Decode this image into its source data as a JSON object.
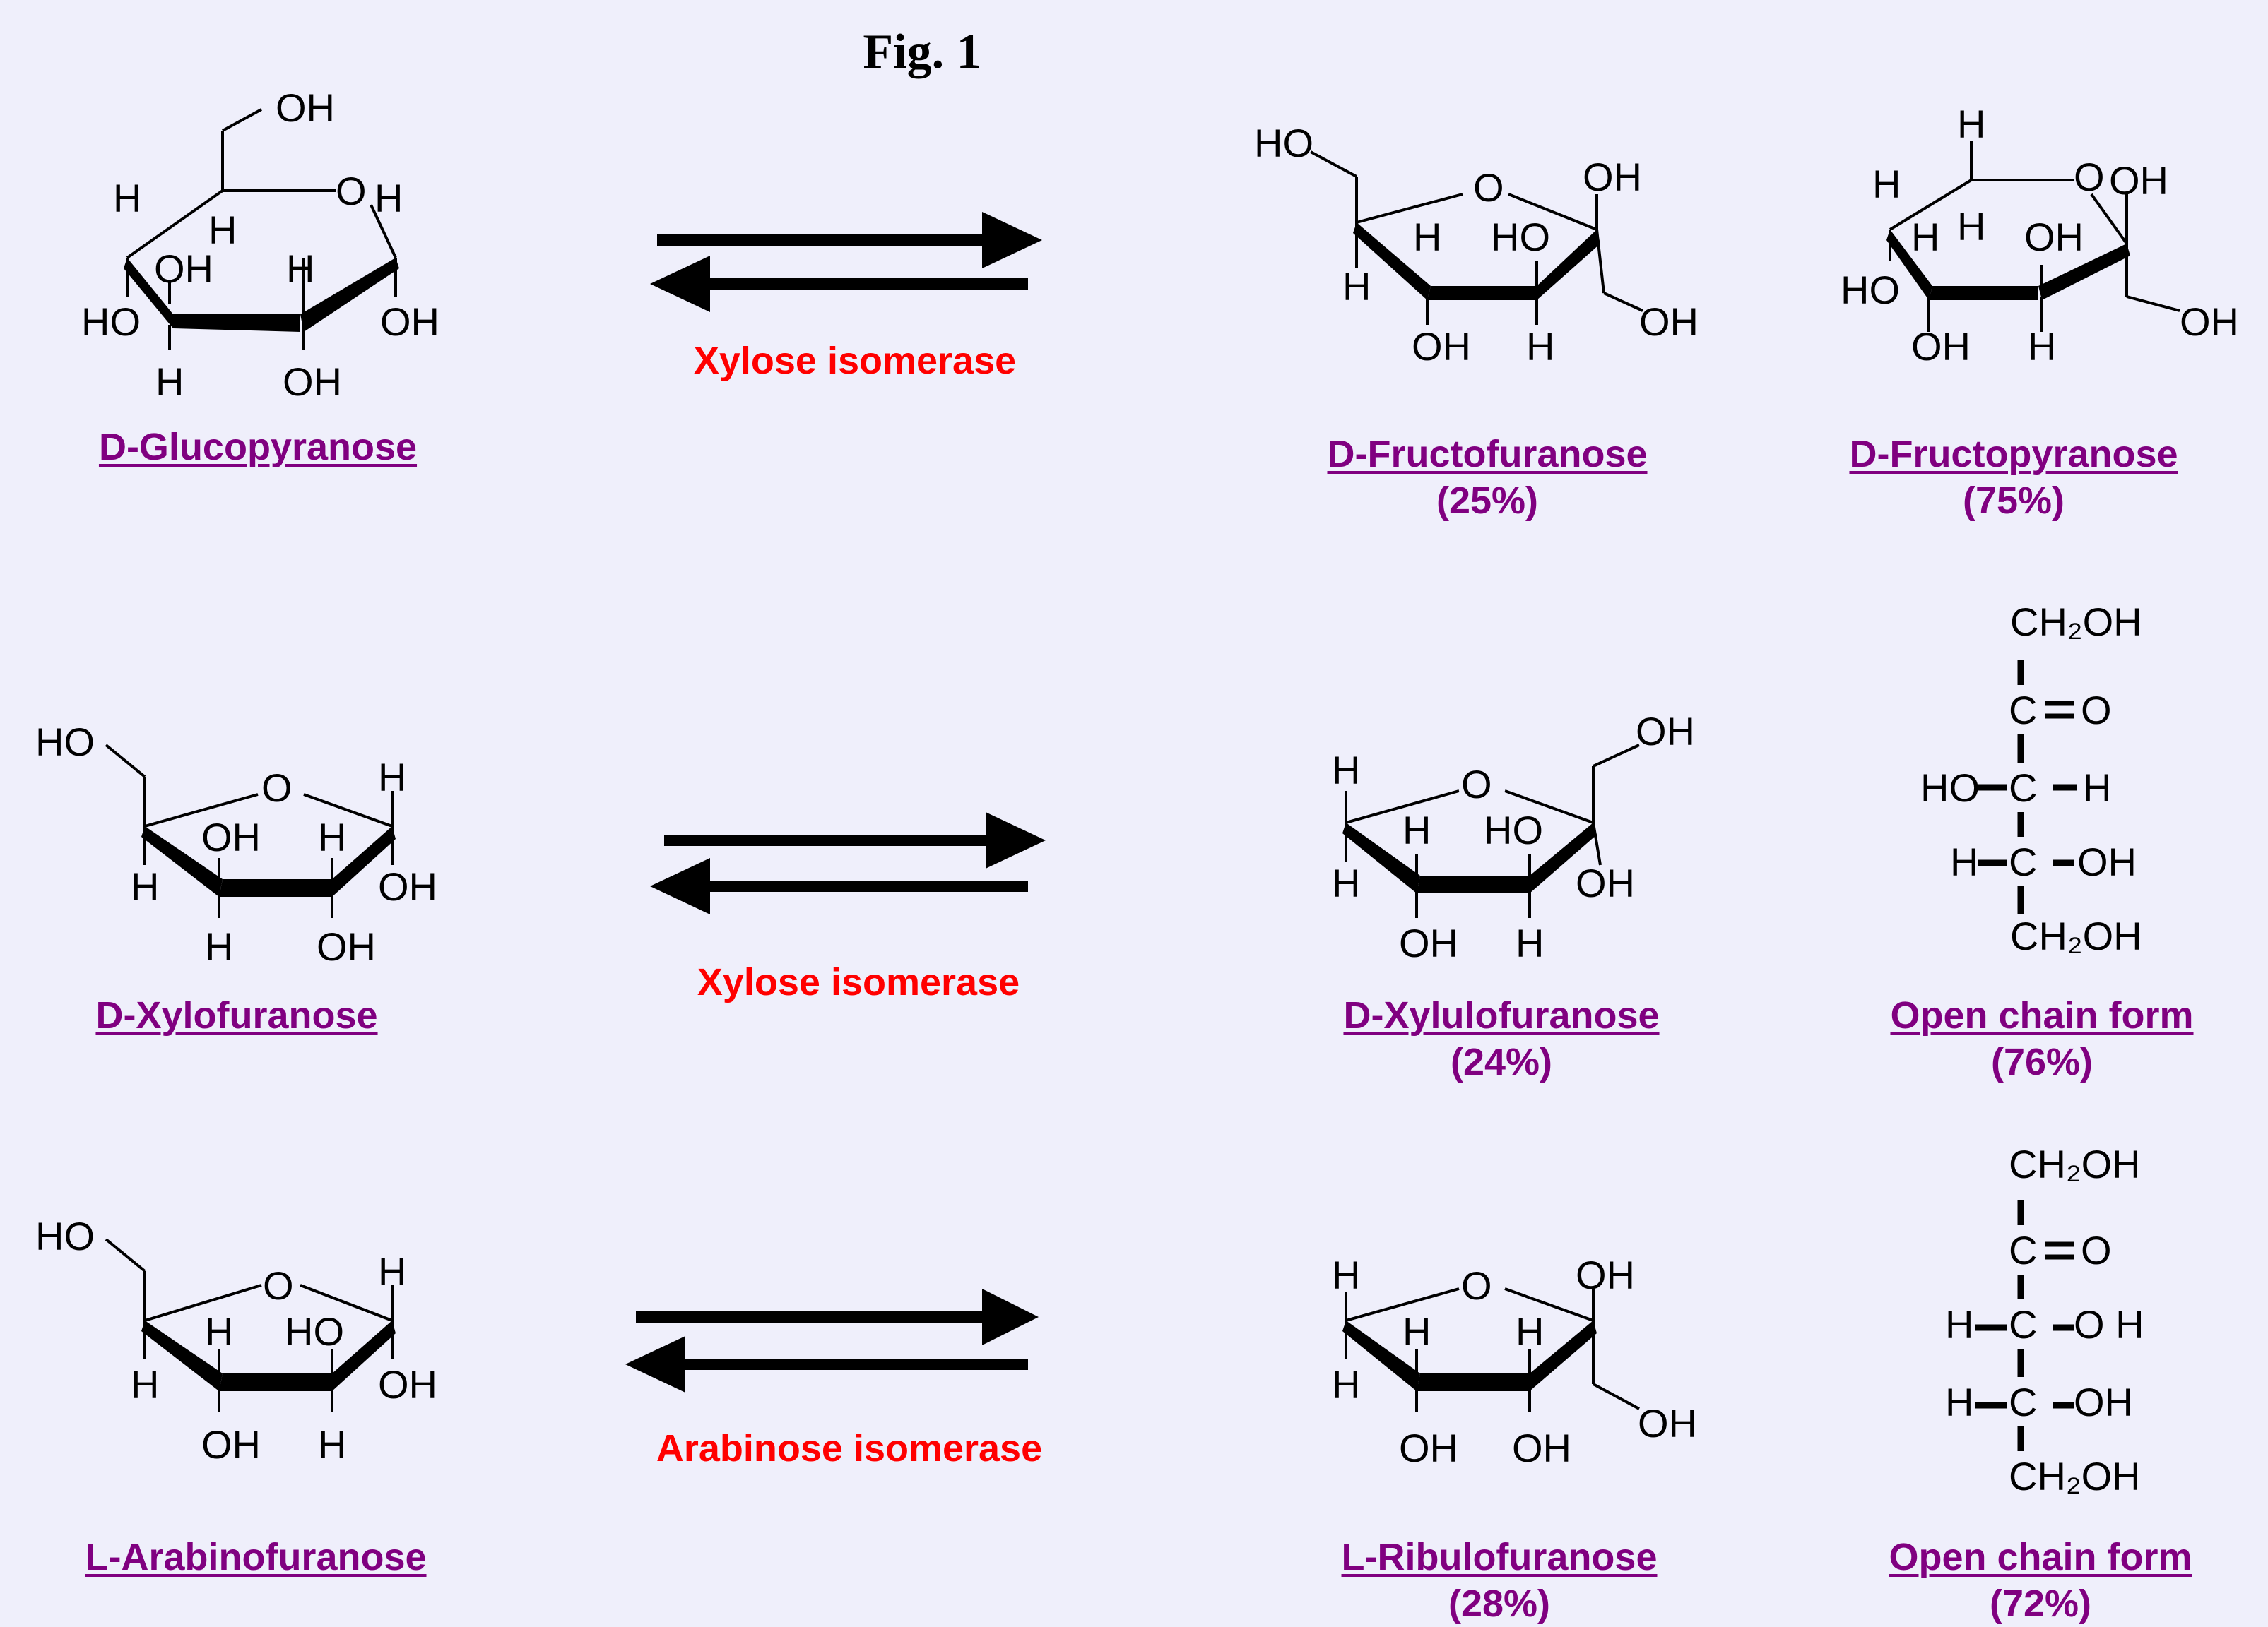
{
  "figure": {
    "title": "Fig. 1"
  },
  "rows": [
    {
      "substrate": {
        "name": "D-Glucopyranose"
      },
      "enzyme": "Xylose isomerase",
      "products": [
        {
          "name": "D-Fructofuranose",
          "percent": "(25%)"
        },
        {
          "name": "D-Fructopyranose",
          "percent": "(75%)"
        }
      ]
    },
    {
      "substrate": {
        "name": "D-Xylofuranose"
      },
      "enzyme": "Xylose isomerase",
      "products": [
        {
          "name": "D-Xylulofuranose",
          "percent": "(24%)"
        },
        {
          "name": "Open chain form",
          "percent": "(76%)"
        }
      ]
    },
    {
      "substrate": {
        "name": "L-Arabinofuranose"
      },
      "enzyme": "Arabinose isomerase",
      "products": [
        {
          "name": "L-Ribulofuranose",
          "percent": "(28%)"
        },
        {
          "name": "Open chain form",
          "percent": "(72%)"
        }
      ]
    }
  ],
  "atoms": {
    "glucopyranose": [
      "OH",
      "O",
      "H",
      "H",
      "OH",
      "H",
      "HO",
      "OH",
      "H",
      "OH"
    ],
    "fructofuranose": [
      "HO",
      "O",
      "OH",
      "H",
      "HO",
      "H",
      "OH",
      "H",
      "OH"
    ],
    "fructopyranose": [
      "H",
      "O",
      "OH",
      "H",
      "H",
      "H",
      "OH",
      "HO",
      "OH",
      "H",
      "OH"
    ],
    "xylofuranose": [
      "HO",
      "O",
      "H",
      "OH",
      "H",
      "H",
      "OH",
      "H",
      "OH"
    ],
    "xylulofuranose": [
      "OH",
      "H",
      "O",
      "H",
      "HO",
      "H",
      "OH",
      "OH",
      "H"
    ],
    "arabinofuranose": [
      "HO",
      "O",
      "H",
      "H",
      "HO",
      "H",
      "OH",
      "OH",
      "H"
    ],
    "ribulofuranose": [
      "H",
      "O",
      "OH",
      "H",
      "H",
      "H",
      "OH",
      "OH",
      "OH"
    ],
    "open_chain_xylulose": {
      "c1": "CH₂OH",
      "c2": "C",
      "o2": "O",
      "c3_left": "HO",
      "c3": "C",
      "c3_right": "H",
      "c4_left": "H",
      "c4": "C",
      "c4_right": "OH",
      "c5": "CH₂OH"
    },
    "open_chain_ribulose": {
      "c1": "CH₂OH",
      "c2": "C",
      "o2": "O",
      "c3_left": "H",
      "c3": "C",
      "c3_right": "O H",
      "c4_left": "H",
      "c4": "C",
      "c4_right": "OH",
      "c5": "CH₂OH"
    }
  }
}
